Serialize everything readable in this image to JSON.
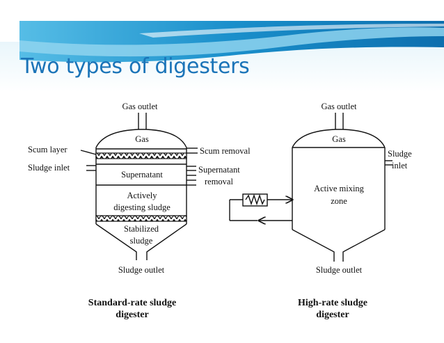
{
  "slide": {
    "title": "Two types of digesters",
    "colors": {
      "title": "#1b74b8",
      "band_dark": "#1a8fcb",
      "band_light": "#8fd3ef"
    }
  },
  "standard": {
    "gas_outlet": "Gas outlet",
    "gas": "Gas",
    "scum_layer": "Scum layer",
    "scum_removal": "Scum removal",
    "sludge_inlet": "Sludge inlet",
    "supernatant": "Supernatant",
    "supernatant_removal_1": "Supernatant",
    "supernatant_removal_2": "removal",
    "active_1": "Actively",
    "active_2": "digesting sludge",
    "stabilized_1": "Stabilized",
    "stabilized_2": "sludge",
    "sludge_outlet": "Sludge outlet",
    "caption_1": "Standard-rate sludge",
    "caption_2": "digester"
  },
  "highrate": {
    "gas_outlet": "Gas outlet",
    "gas": "Gas",
    "sludge_inlet_1": "Sludge",
    "sludge_inlet_2": "inlet",
    "mixing_1": "Active mixing",
    "mixing_2": "zone",
    "sludge_outlet": "Sludge outlet",
    "caption_1": "High-rate sludge",
    "caption_2": "digester"
  }
}
